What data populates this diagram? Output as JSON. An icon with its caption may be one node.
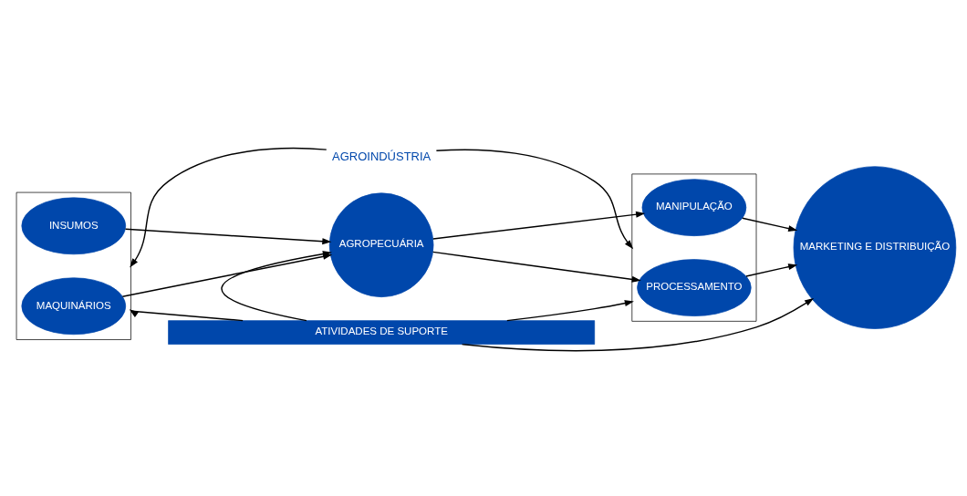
{
  "diagram": {
    "nodes": [
      {
        "text": [
          "AGROINDÚSTRIA"
        ]
      },
      {
        "text": [],
        "shape": "box"
      },
      {
        "text": [
          "INSUMOS"
        ],
        "in": 1
      },
      {
        "text": [
          "MAQUINÁRIOS"
        ],
        "in": 1
      },
      {
        "text": [
          "AGROPECUÁRIA"
        ]
      },
      {
        "text": [],
        "shape": "box"
      },
      {
        "text": [
          "MANIPULAÇÃO"
        ],
        "in": 5
      },
      {
        "text": [
          "PROCESSAMENTO"
        ],
        "in": 5
      },
      {
        "text": [
          "MARKETING E DISTRIBUIÇÃO"
        ]
      },
      {
        "text": [
          "ATIVIDADES DE SUPORTE"
        ]
      }
    ],
    "edges": [
      {
        "from": 0,
        "to": 1,
        "arrow": "to"
      },
      {
        "from": 0,
        "to": 5,
        "arrow": "to"
      },
      {
        "from": 2,
        "to": 4,
        "arrow": "to"
      },
      {
        "from": 3,
        "to": 4,
        "arrow": "to"
      },
      {
        "from": 4,
        "to": 6,
        "arrow": "to"
      },
      {
        "from": 4,
        "to": 7,
        "arrow": "to"
      },
      {
        "from": 6,
        "to": 8,
        "arrow": "to"
      },
      {
        "from": 7,
        "to": 8,
        "arrow": "to"
      },
      {
        "from": 9,
        "to": 1,
        "arrow": "to"
      },
      {
        "from": 9,
        "to": 4,
        "arrow": "to"
      },
      {
        "from": 9,
        "to": 5,
        "arrow": "to"
      },
      {
        "from": 9,
        "to": 8,
        "arrow": "to"
      }
    ]
  }
}
